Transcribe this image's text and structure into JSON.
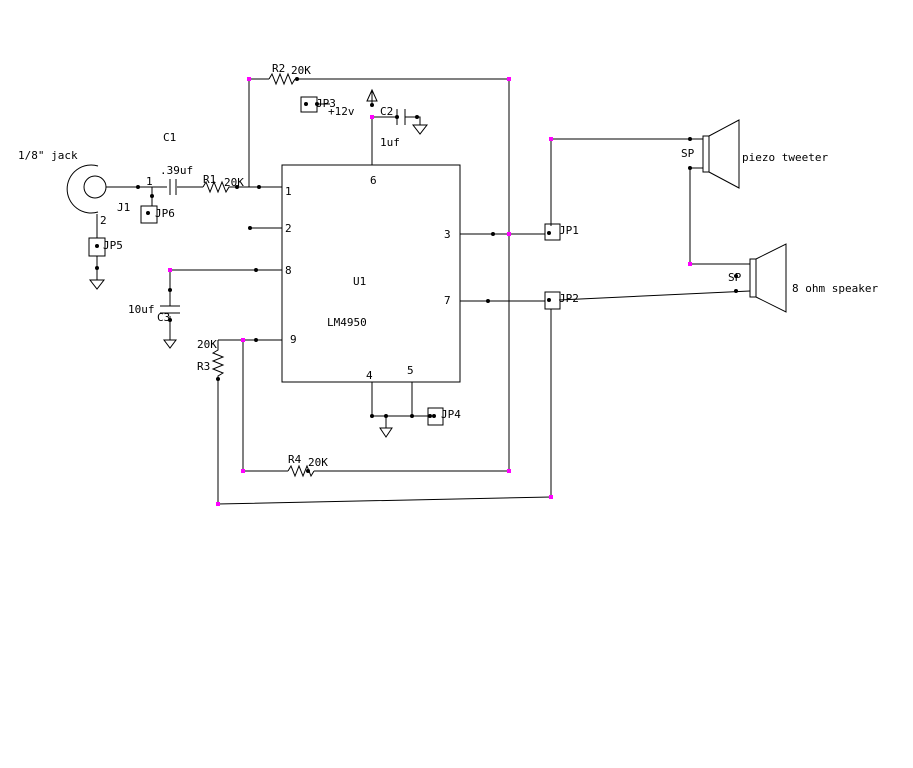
{
  "jack": {
    "label": "1/8\" jack",
    "ref": "J1",
    "pin1": "1",
    "pin2": "2"
  },
  "c1": {
    "ref": "C1",
    "value": ".39uf"
  },
  "r1": {
    "ref": "R1",
    "value": "20K"
  },
  "r2": {
    "ref": "R2",
    "value": "20K"
  },
  "r3": {
    "ref": "R3",
    "value": "20K"
  },
  "r4": {
    "ref": "R4",
    "value": "20K"
  },
  "c2": {
    "ref": "C2",
    "value": "1uf"
  },
  "c3": {
    "ref": "C3",
    "value": "10uf"
  },
  "supply": "+12v",
  "chip": {
    "ref": "U1",
    "part": "LM4950",
    "pins": {
      "p1": "1",
      "p2": "2",
      "p3": "3",
      "p4": "4",
      "p5": "5",
      "p6": "6",
      "p7": "7",
      "p8": "8",
      "p9": "9"
    }
  },
  "jumpers": {
    "jp1": "JP1",
    "jp2": "JP2",
    "jp3": "JP3",
    "jp4": "JP4",
    "jp5": "JP5",
    "jp6": "JP6"
  },
  "tweeter": {
    "ref": "SP",
    "label": "piezo tweeter"
  },
  "speaker": {
    "ref": "SP",
    "label": "8 ohm speaker"
  },
  "colors": {
    "wire": "#000000",
    "node": "#ff00ff",
    "background": "#ffffff"
  }
}
